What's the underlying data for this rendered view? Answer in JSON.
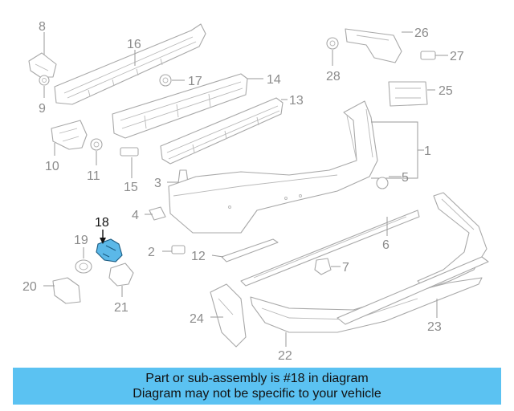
{
  "callouts": {
    "c1": "1",
    "c2": "2",
    "c3": "3",
    "c4": "4",
    "c5": "5",
    "c6": "6",
    "c7": "7",
    "c8": "8",
    "c9": "9",
    "c10": "10",
    "c11": "11",
    "c12": "12",
    "c13": "13",
    "c14": "14",
    "c15": "15",
    "c16": "16",
    "c17": "17",
    "c18": "18",
    "c19": "19",
    "c20": "20",
    "c21": "21",
    "c22": "22",
    "c23": "23",
    "c24": "24",
    "c25": "25",
    "c26": "26",
    "c27": "27",
    "c28": "28"
  },
  "highlighted_part": "18",
  "banner": {
    "line1": "Part or sub-assembly is #18 in diagram",
    "line2": "Diagram may not be specific to your vehicle"
  },
  "colors": {
    "banner_bg": "#5bc2f2",
    "highlight_fill": "#5bb8e8",
    "line_gray": "#a8a8a8",
    "label_gray": "#8c8c8c"
  }
}
